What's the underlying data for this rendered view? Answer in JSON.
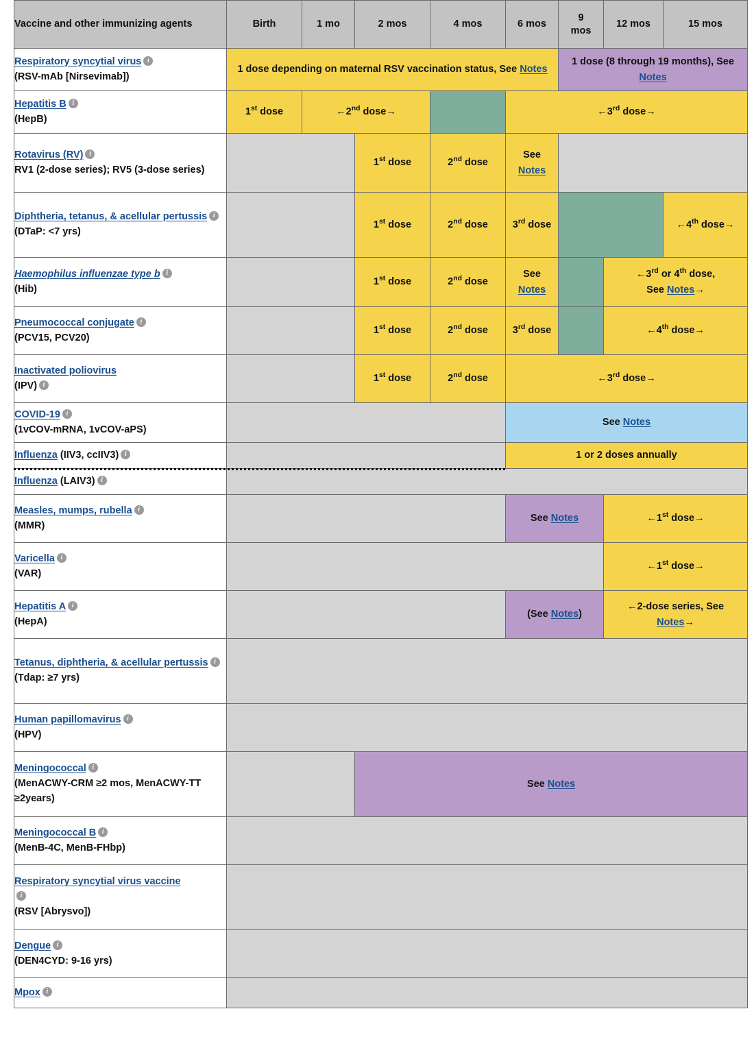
{
  "table": {
    "header": {
      "name_col": "Vaccine and other immunizing agents",
      "ages": [
        "Birth",
        "1 mo",
        "2 mos",
        "4 mos",
        "6 mos",
        "9 mos",
        "12 mos",
        "15 mos"
      ]
    },
    "legend_colors": {
      "recommended_yellow": "#f5d44c",
      "catchup_purple": "#b99bc9",
      "range_green": "#7fae9c",
      "shared_blue": "#a8d6f0",
      "not_recommended_grey": "#d4d4d4",
      "header_grey": "#c3c3c3",
      "link_blue": "#1a4f8f"
    },
    "rows": [
      {
        "name": "Respiratory syncytial virus",
        "sub": "(RSV-mAb [Nirsevimab])",
        "cells": {
          "a": "1 dose depending on maternal RSV vaccination status, See ",
          "a_link": "Notes",
          "b": "1 dose (8 through 19 months), See ",
          "b_link": "Notes"
        }
      },
      {
        "name": "Hepatitis B",
        "sub": "(HepB)",
        "cells": {
          "birth": "1",
          "birth_sup": "st",
          "birth_tail": " dose",
          "second": "2",
          "second_sup": "nd",
          "third": "3",
          "third_sup": "rd"
        }
      },
      {
        "name": "Rotavirus (RV)",
        "sub": "RV1 (2-dose series); RV5 (3-dose series)",
        "cells": {
          "d1": "1",
          "d1s": "st",
          "d2": "2",
          "d2s": "nd",
          "see": "See ",
          "see_link": "Notes"
        }
      },
      {
        "name": "Diphtheria, tetanus, & acellular pertussis",
        "sub": "(DTaP: <7 yrs)",
        "cells": {
          "d1": "1",
          "d1s": "st",
          "d2": "2",
          "d2s": "nd",
          "d3": "3",
          "d3s": "rd",
          "d4": "4",
          "d4s": "th"
        }
      },
      {
        "name": "Haemophilus influenzae type b",
        "sub": "(Hib)",
        "cells": {
          "d1": "1",
          "d1s": "st",
          "d2": "2",
          "d2s": "nd",
          "see": "See ",
          "see_link": "Notes",
          "d34a": "3",
          "d34as": "rd",
          "d34b": "4",
          "d34bs": "th",
          "d34_mid": " or ",
          "d34_tail": " dose,",
          "d34_see": "See ",
          "d34_see_link": "Notes"
        }
      },
      {
        "name": "Pneumococcal conjugate",
        "sub": "(PCV15, PCV20)",
        "cells": {
          "d1": "1",
          "d1s": "st",
          "d2": "2",
          "d2s": "nd",
          "d3": "3",
          "d3s": "rd",
          "d4": "4",
          "d4s": "th"
        }
      },
      {
        "name": "Inactivated poliovirus",
        "sub": "(IPV)",
        "cells": {
          "d1": "1",
          "d1s": "st",
          "d2": "2",
          "d2s": "nd",
          "d3": "3",
          "d3s": "rd"
        }
      },
      {
        "name": "COVID-19",
        "sub": "(1vCOV-mRNA, 1vCOV-aPS)",
        "cells": {
          "see": "See ",
          "see_link": "Notes"
        }
      },
      {
        "name": "Influenza",
        "name_tail": " (IIV3, ccIIV3)",
        "sub": "",
        "cells": {
          "annual": "1 or 2 doses annually"
        }
      },
      {
        "name": "Influenza",
        "name_tail": " (LAIV3)",
        "sub": "",
        "cells": {}
      },
      {
        "name": "Measles, mumps, rubella",
        "sub": "(MMR)",
        "cells": {
          "see": "See ",
          "see_link": "Notes",
          "d1": "1",
          "d1s": "st"
        }
      },
      {
        "name": "Varicella",
        "sub": "(VAR)",
        "cells": {
          "d1": "1",
          "d1s": "st"
        }
      },
      {
        "name": "Hepatitis A",
        "sub": "(HepA)",
        "cells": {
          "see": "(See ",
          "see_link": "Notes",
          "see_tail": ")",
          "series": "←2-dose series, See ",
          "series_link": "Notes",
          "series_tail": "→"
        }
      },
      {
        "name": "Tetanus, diphtheria, & acellular pertussis",
        "sub": "(Tdap: ≥7 yrs)",
        "cells": {}
      },
      {
        "name": "Human papillomavirus",
        "sub": "(HPV)",
        "cells": {}
      },
      {
        "name": "Meningococcal",
        "sub": "(MenACWY-CRM ≥2 mos, MenACWY-TT ≥2years)",
        "cells": {
          "see": "See ",
          "see_link": "Notes"
        }
      },
      {
        "name": "Meningococcal B",
        "sub": "(MenB-4C, MenB-FHbp)",
        "cells": {}
      },
      {
        "name": "Respiratory syncytial virus vaccine",
        "sub": "(RSV [Abrysvo])",
        "cells": {}
      },
      {
        "name": "Dengue",
        "sub": "(DEN4CYD: 9-16 yrs)",
        "cells": {}
      },
      {
        "name": "Mpox",
        "sub": "",
        "cells": {}
      }
    ],
    "labels": {
      "dose_word": " dose",
      "left_arrow": "←",
      "right_arrow": "→"
    }
  }
}
